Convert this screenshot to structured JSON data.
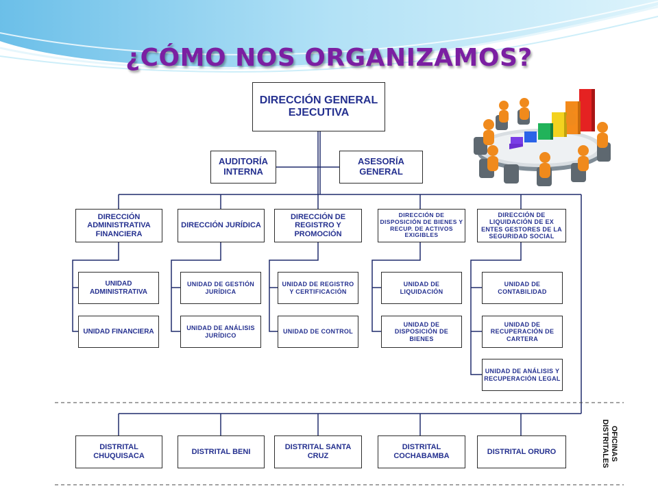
{
  "title": "¿CÓMO NOS ORGANIZAMOS?",
  "top": {
    "direccion_general": "DIRECCIÓN GENERAL EJECUTIVA"
  },
  "staff": {
    "auditoria": "AUDITORÍA INTERNA",
    "asesoria": "ASESORÍA GENERAL"
  },
  "direcciones": [
    {
      "label": "DIRECCIÓN ADMINISTRATIVA FINANCIERA",
      "units": [
        "UNIDAD ADMINISTRATIVA",
        "UNIDAD FINANCIERA"
      ]
    },
    {
      "label": "DIRECCIÓN JURÍDICA",
      "units": [
        "UNIDAD DE GESTIÓN JURÍDICA",
        "UNIDAD DE ANÁLISIS JURÍDICO"
      ]
    },
    {
      "label": "DIRECCIÓN DE REGISTRO Y PROMOCIÓN",
      "units": [
        "UNIDAD DE REGISTRO Y CERTIFICACIÓN",
        "UNIDAD DE CONTROL"
      ]
    },
    {
      "label": "DIRECCIÓN DE DISPOSICIÓN DE BIENES Y RECUP. DE ACTIVOS EXIGIBLES",
      "units": [
        "UNIDAD DE LIQUIDACIÓN",
        "UNIDAD DE DISPOSICIÓN DE BIENES"
      ]
    },
    {
      "label": "DIRECCIÓN DE LIQUIDACIÓN DE EX ENTES GESTORES DE LA SEGURIDAD SOCIAL",
      "units": [
        "UNIDAD DE CONTABILIDAD",
        "UNIDAD DE RECUPERACIÓN DE CARTERA",
        "UNIDAD DE ANÁLISIS Y RECUPERACIÓN LEGAL"
      ]
    }
  ],
  "oficinas_label": "OFICINAS DISTRITALES",
  "distritales": [
    "DISTRITAL CHUQUISACA",
    "DISTRITAL BENI",
    "DISTRITAL SANTA CRUZ",
    "DISTRITAL COCHABAMBA",
    "DISTRITAL ORURO"
  ],
  "colors": {
    "title": "#7b1fa2",
    "box_text": "#24308f",
    "connector": "#1f2a6b",
    "wave": "#8fd3f2"
  },
  "icons": [
    "meeting-table-clipart",
    "bar-chart-clipart"
  ]
}
